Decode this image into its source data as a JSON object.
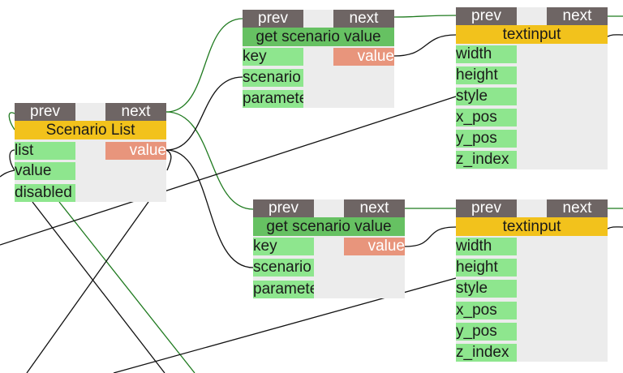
{
  "colors": {
    "header_bg": "#6e6564",
    "yellow_title": "#f2c21c",
    "green_title": "#66c162",
    "input_port": "#8ee68e",
    "output_port": "#e8957c",
    "node_body": "#ececec",
    "flow_wire": "#1f7a1f",
    "data_wire": "#111111"
  },
  "nodes": {
    "scenario_list": {
      "prev": "prev",
      "next": "next",
      "title": "Scenario List",
      "inputs": [
        "list",
        "value",
        "disabled"
      ],
      "output": "value"
    },
    "get_value_1": {
      "prev": "prev",
      "next": "next",
      "title": "get scenario value",
      "inputs": [
        "key",
        "scenario",
        "parameter"
      ],
      "output": "value"
    },
    "textinput_1": {
      "prev": "prev",
      "next": "next",
      "title": "textinput",
      "inputs": [
        "width",
        "height",
        "style",
        "x_pos",
        "y_pos",
        "z_index"
      ]
    },
    "get_value_2": {
      "prev": "prev",
      "next": "next",
      "title": "get scenario value",
      "inputs": [
        "key",
        "scenario",
        "parameter"
      ],
      "output": "value"
    },
    "textinput_2": {
      "prev": "prev",
      "next": "next",
      "title": "textinput",
      "inputs": [
        "width",
        "height",
        "style",
        "x_pos",
        "y_pos",
        "z_index"
      ]
    }
  }
}
